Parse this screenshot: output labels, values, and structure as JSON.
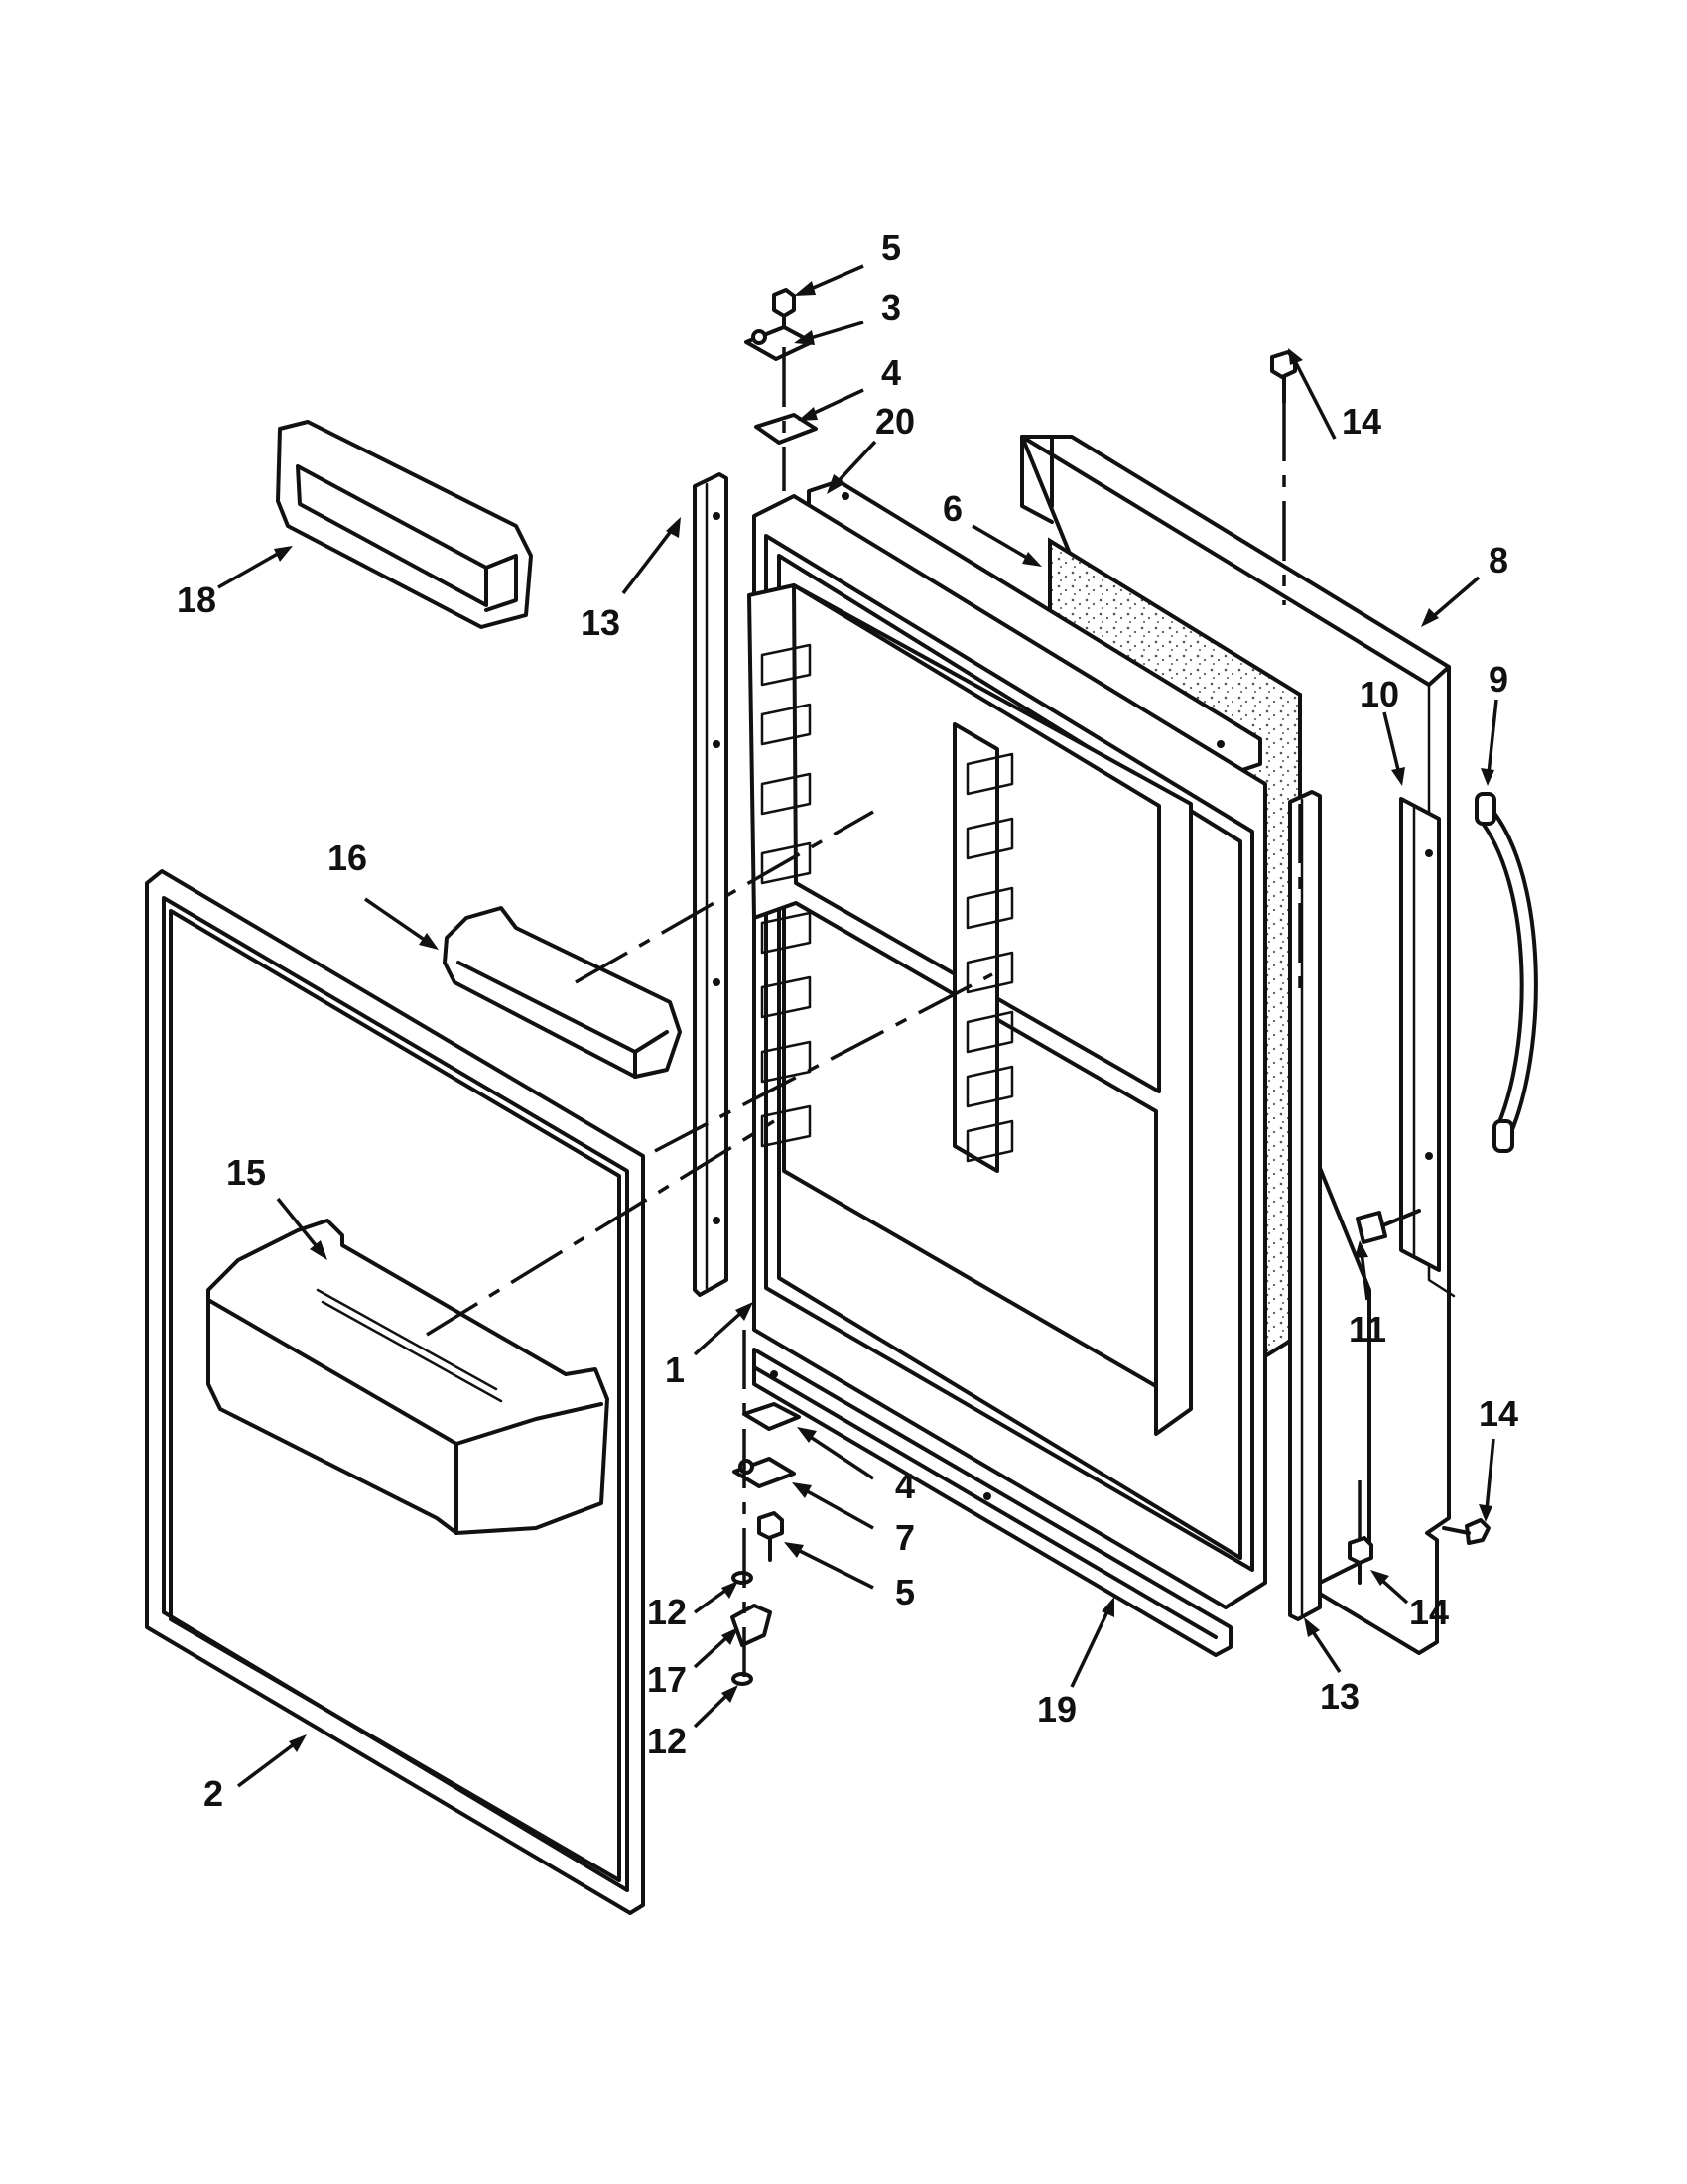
{
  "diagram": {
    "callouts": [
      {
        "id": "c5a",
        "text": "5"
      },
      {
        "id": "c3",
        "text": "3"
      },
      {
        "id": "c4a",
        "text": "4"
      },
      {
        "id": "c20",
        "text": "20"
      },
      {
        "id": "c14a",
        "text": "14"
      },
      {
        "id": "c6",
        "text": "6"
      },
      {
        "id": "c8",
        "text": "8"
      },
      {
        "id": "c18",
        "text": "18"
      },
      {
        "id": "c13a",
        "text": "13"
      },
      {
        "id": "c9",
        "text": "9"
      },
      {
        "id": "c10",
        "text": "10"
      },
      {
        "id": "c16",
        "text": "16"
      },
      {
        "id": "c15",
        "text": "15"
      },
      {
        "id": "c11",
        "text": "11"
      },
      {
        "id": "c1",
        "text": "1"
      },
      {
        "id": "c14b",
        "text": "14"
      },
      {
        "id": "c4b",
        "text": "4"
      },
      {
        "id": "c7",
        "text": "7"
      },
      {
        "id": "c5b",
        "text": "5"
      },
      {
        "id": "c12a",
        "text": "12"
      },
      {
        "id": "c14c",
        "text": "14"
      },
      {
        "id": "c17",
        "text": "17"
      },
      {
        "id": "c19",
        "text": "19"
      },
      {
        "id": "c13b",
        "text": "13"
      },
      {
        "id": "c12b",
        "text": "12"
      },
      {
        "id": "c2",
        "text": "2"
      }
    ]
  }
}
